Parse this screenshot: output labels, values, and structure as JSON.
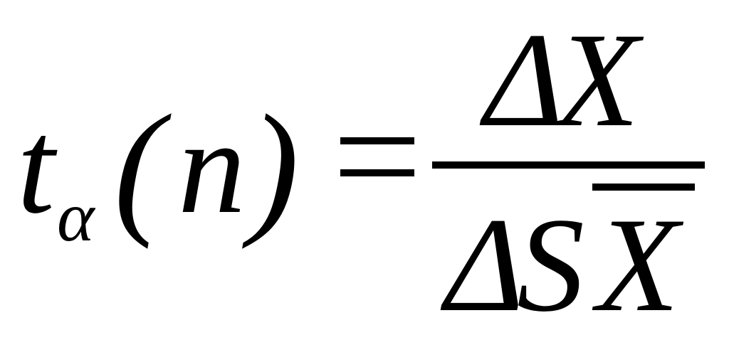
{
  "formula": {
    "lhs": {
      "symbol": "t",
      "subscript": "α",
      "open_paren": "(",
      "argument": "n",
      "close_paren": ")"
    },
    "equals": "=",
    "rhs": {
      "numerator": {
        "delta": "Δ",
        "variable": "X"
      },
      "denominator": {
        "delta": "Δ",
        "variable": "S",
        "overlined_variable": "X"
      }
    }
  }
}
